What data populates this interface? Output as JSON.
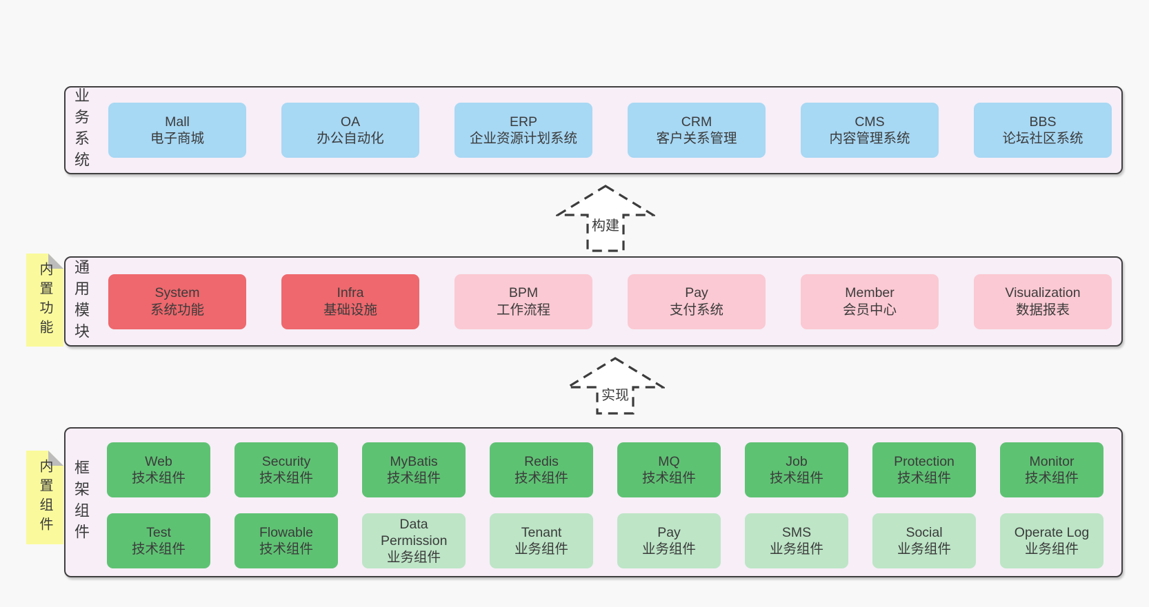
{
  "colors": {
    "page-bg": "#f8f8f8",
    "container-bg": "#f7eef7",
    "container-border": "#3f3f3f",
    "blue-box": "#a7d8f4",
    "red-box": "#ee686d",
    "pink-box": "#fbc9d3",
    "green-dark": "#5ec273",
    "green-light": "#bde5c6",
    "sticky-yellow": "#fafa9c",
    "sticky-fold": "#bcbcbc",
    "text": "#3b3b3b",
    "arrow": "#3c3c3c"
  },
  "arrows": [
    {
      "label": "构建"
    },
    {
      "label": "实现"
    }
  ],
  "layers": {
    "business": {
      "label": "业务系统",
      "items": [
        {
          "title": "Mall",
          "subtitle": "电子商城"
        },
        {
          "title": "OA",
          "subtitle": "办公自动化"
        },
        {
          "title": "ERP",
          "subtitle": "企业资源计划系统"
        },
        {
          "title": "CRM",
          "subtitle": "客户关系管理"
        },
        {
          "title": "CMS",
          "subtitle": "内容管理系统"
        },
        {
          "title": "BBS",
          "subtitle": "论坛社区系统"
        }
      ]
    },
    "modules": {
      "label": "通用模块",
      "sticky": "内置功能",
      "items": [
        {
          "title": "System",
          "subtitle": "系统功能"
        },
        {
          "title": "Infra",
          "subtitle": "基础设施"
        },
        {
          "title": "BPM",
          "subtitle": "工作流程"
        },
        {
          "title": "Pay",
          "subtitle": "支付系统"
        },
        {
          "title": "Member",
          "subtitle": "会员中心"
        },
        {
          "title": "Visualization",
          "subtitle": "数据报表"
        }
      ]
    },
    "framework": {
      "label": "框架组件",
      "sticky": "内置组件",
      "items": [
        {
          "title": "Web",
          "subtitle": "技术组件"
        },
        {
          "title": "Security",
          "subtitle": "技术组件"
        },
        {
          "title": "MyBatis",
          "subtitle": "技术组件"
        },
        {
          "title": "Redis",
          "subtitle": "技术组件"
        },
        {
          "title": "MQ",
          "subtitle": "技术组件"
        },
        {
          "title": "Job",
          "subtitle": "技术组件"
        },
        {
          "title": "Protection",
          "subtitle": "技术组件"
        },
        {
          "title": "Monitor",
          "subtitle": "技术组件"
        },
        {
          "title": "Test",
          "subtitle": "技术组件"
        },
        {
          "title": "Flowable",
          "subtitle": "技术组件"
        },
        {
          "title": "Data Permission",
          "subtitle": "业务组件"
        },
        {
          "title": "Tenant",
          "subtitle": "业务组件"
        },
        {
          "title": "Pay",
          "subtitle": "业务组件"
        },
        {
          "title": "SMS",
          "subtitle": "业务组件"
        },
        {
          "title": "Social",
          "subtitle": "业务组件"
        },
        {
          "title": "Operate Log",
          "subtitle": "业务组件"
        }
      ]
    }
  }
}
